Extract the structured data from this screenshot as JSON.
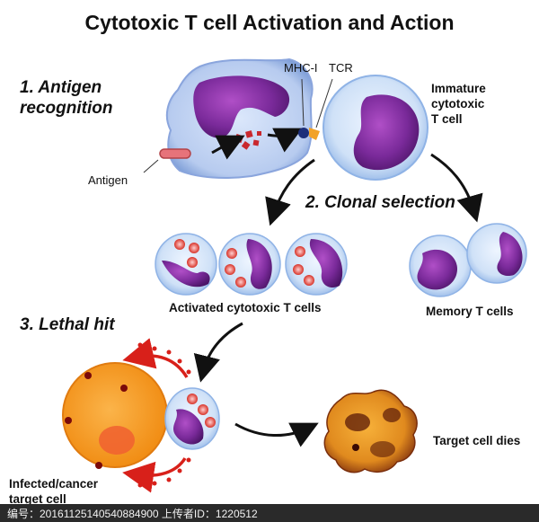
{
  "title": "Cytotoxic T cell Activation and Action",
  "steps": {
    "step1": "1. Antigen\nrecognition",
    "step2": "2. Clonal selection",
    "step3": "3. Lethal hit"
  },
  "labels": {
    "mhc": "MHC-I",
    "tcr": "TCR",
    "antigen": "Antigen",
    "immature": "Immature\ncytotoxic\nT cell",
    "activated": "Activated cytotoxic T cells",
    "memory": "Memory T cells",
    "target_dies": "Target cell dies",
    "infected": "Infected/cancer\ntarget cell"
  },
  "footer": {
    "text": "编号：20161125140540884900 上传者ID：1220512"
  },
  "colors": {
    "apc_cytoplasm": "#b9cdf0",
    "nucleus": "#7a2a9a",
    "tcell_cytoplasm": "#cfe1f7",
    "target_orange": "#f59a1c",
    "arrow_red": "#d8201a",
    "footer_bg": "#2a2a2a"
  }
}
